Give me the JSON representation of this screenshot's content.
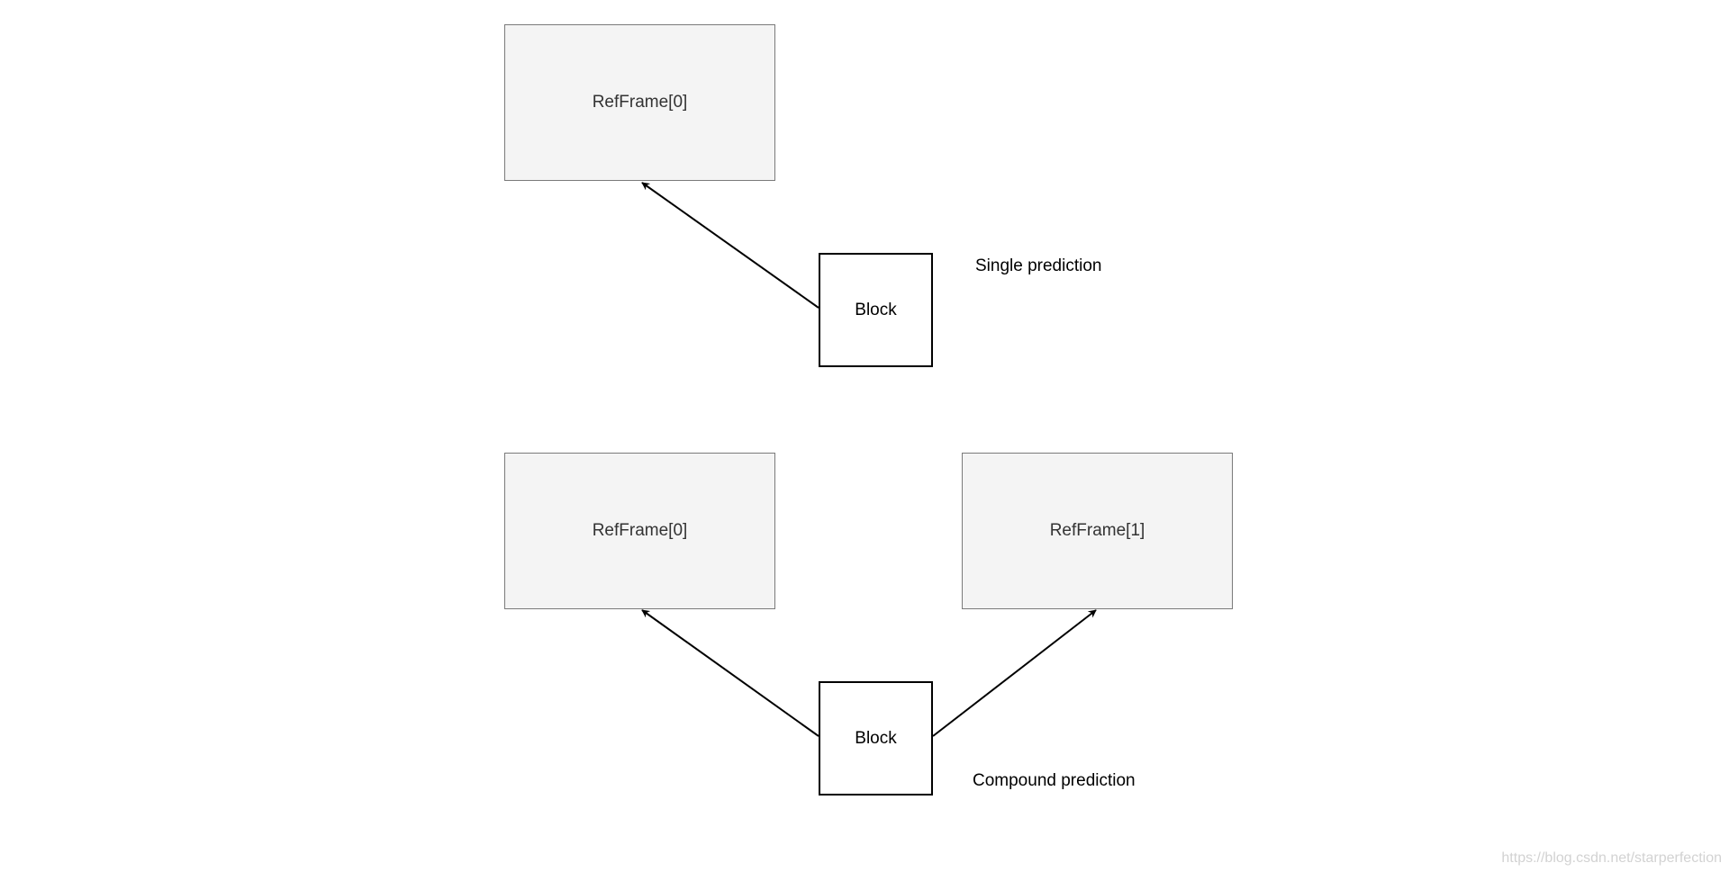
{
  "single": {
    "ref_frame_0": "RefFrame[0]",
    "block": "Block",
    "caption": "Single prediction"
  },
  "compound": {
    "ref_frame_0": "RefFrame[0]",
    "ref_frame_1": "RefFrame[1]",
    "block": "Block",
    "caption": "Compound prediction"
  },
  "watermark": "https://blog.csdn.net/starperfection",
  "colors": {
    "ref_fill": "#f4f4f4",
    "ref_border": "#7a7a7a",
    "block_border": "#000000",
    "watermark": "#d2d2d2"
  }
}
